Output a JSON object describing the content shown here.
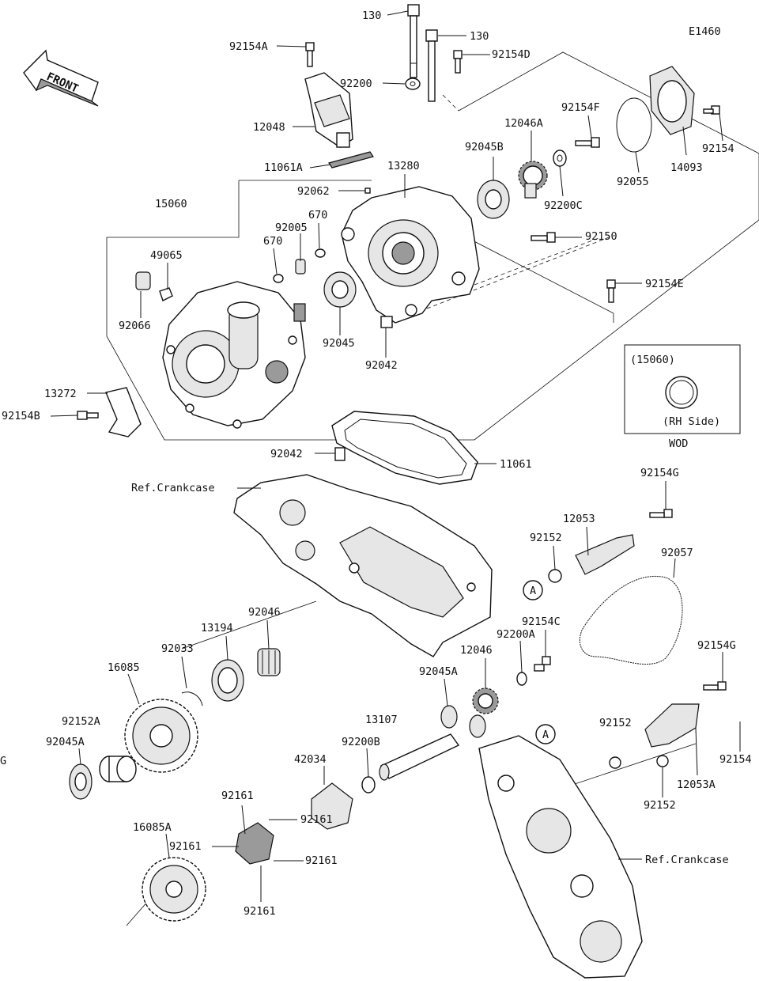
{
  "diagram_code": "E1460",
  "front_label": "FRONT",
  "callouts": [
    {
      "id": "c1",
      "text": "130"
    },
    {
      "id": "c2",
      "text": "130"
    },
    {
      "id": "c3",
      "text": "92154A"
    },
    {
      "id": "c4",
      "text": "92154D"
    },
    {
      "id": "c5",
      "text": "92200"
    },
    {
      "id": "c6",
      "text": "12048"
    },
    {
      "id": "c7",
      "text": "11061A"
    },
    {
      "id": "c8",
      "text": "92062"
    },
    {
      "id": "c9",
      "text": "13280"
    },
    {
      "id": "c10",
      "text": "15060"
    },
    {
      "id": "c11",
      "text": "670"
    },
    {
      "id": "c12",
      "text": "92005"
    },
    {
      "id": "c13",
      "text": "670"
    },
    {
      "id": "c14",
      "text": "49065"
    },
    {
      "id": "c15",
      "text": "92066"
    },
    {
      "id": "c16",
      "text": "92045"
    },
    {
      "id": "c17",
      "text": "92042"
    },
    {
      "id": "c18",
      "text": "13272"
    },
    {
      "id": "c19",
      "text": "92154B"
    },
    {
      "id": "c20",
      "text": "92045B"
    },
    {
      "id": "c21",
      "text": "12046A"
    },
    {
      "id": "c22",
      "text": "92154F"
    },
    {
      "id": "c23",
      "text": "92200C"
    },
    {
      "id": "c24",
      "text": "92055"
    },
    {
      "id": "c25",
      "text": "14093"
    },
    {
      "id": "c26",
      "text": "92154"
    },
    {
      "id": "c27",
      "text": "92150"
    },
    {
      "id": "c28",
      "text": "92154E"
    },
    {
      "id": "c29",
      "text": "92042"
    },
    {
      "id": "c30",
      "text": "11061"
    },
    {
      "id": "c31",
      "text": "92154G"
    },
    {
      "id": "c32",
      "text": "12053"
    },
    {
      "id": "c33",
      "text": "92152"
    },
    {
      "id": "c34",
      "text": "92057"
    },
    {
      "id": "c35",
      "text": "92154C"
    },
    {
      "id": "c36",
      "text": "92200A"
    },
    {
      "id": "c37",
      "text": "12046"
    },
    {
      "id": "c38",
      "text": "92045A"
    },
    {
      "id": "c39",
      "text": "92046"
    },
    {
      "id": "c40",
      "text": "13194"
    },
    {
      "id": "c41",
      "text": "92033"
    },
    {
      "id": "c42",
      "text": "16085"
    },
    {
      "id": "c43",
      "text": "92152A"
    },
    {
      "id": "c44",
      "text": "92045A"
    },
    {
      "id": "c45",
      "text": "13107"
    },
    {
      "id": "c46",
      "text": "92200B"
    },
    {
      "id": "c47",
      "text": "42034"
    },
    {
      "id": "c48",
      "text": "92161"
    },
    {
      "id": "c49",
      "text": "92161"
    },
    {
      "id": "c50",
      "text": "92161"
    },
    {
      "id": "c51",
      "text": "92161"
    },
    {
      "id": "c52",
      "text": "92161"
    },
    {
      "id": "c53",
      "text": "16085A"
    },
    {
      "id": "c54",
      "text": "92154G"
    },
    {
      "id": "c55",
      "text": "92152"
    },
    {
      "id": "c56",
      "text": "12053A"
    },
    {
      "id": "c57",
      "text": "92154"
    },
    {
      "id": "c58",
      "text": "92152"
    },
    {
      "id": "c59",
      "text": "G"
    }
  ],
  "references": [
    {
      "id": "r1",
      "text": "Ref.Crankcase"
    },
    {
      "id": "r2",
      "text": "Ref.Crankcase"
    }
  ],
  "ref_markers": [
    {
      "id": "m1",
      "text": "A"
    },
    {
      "id": "m2",
      "text": "A"
    }
  ],
  "inset": {
    "part": "(15060)",
    "side": "(RH Side)",
    "caption": "WOD"
  }
}
